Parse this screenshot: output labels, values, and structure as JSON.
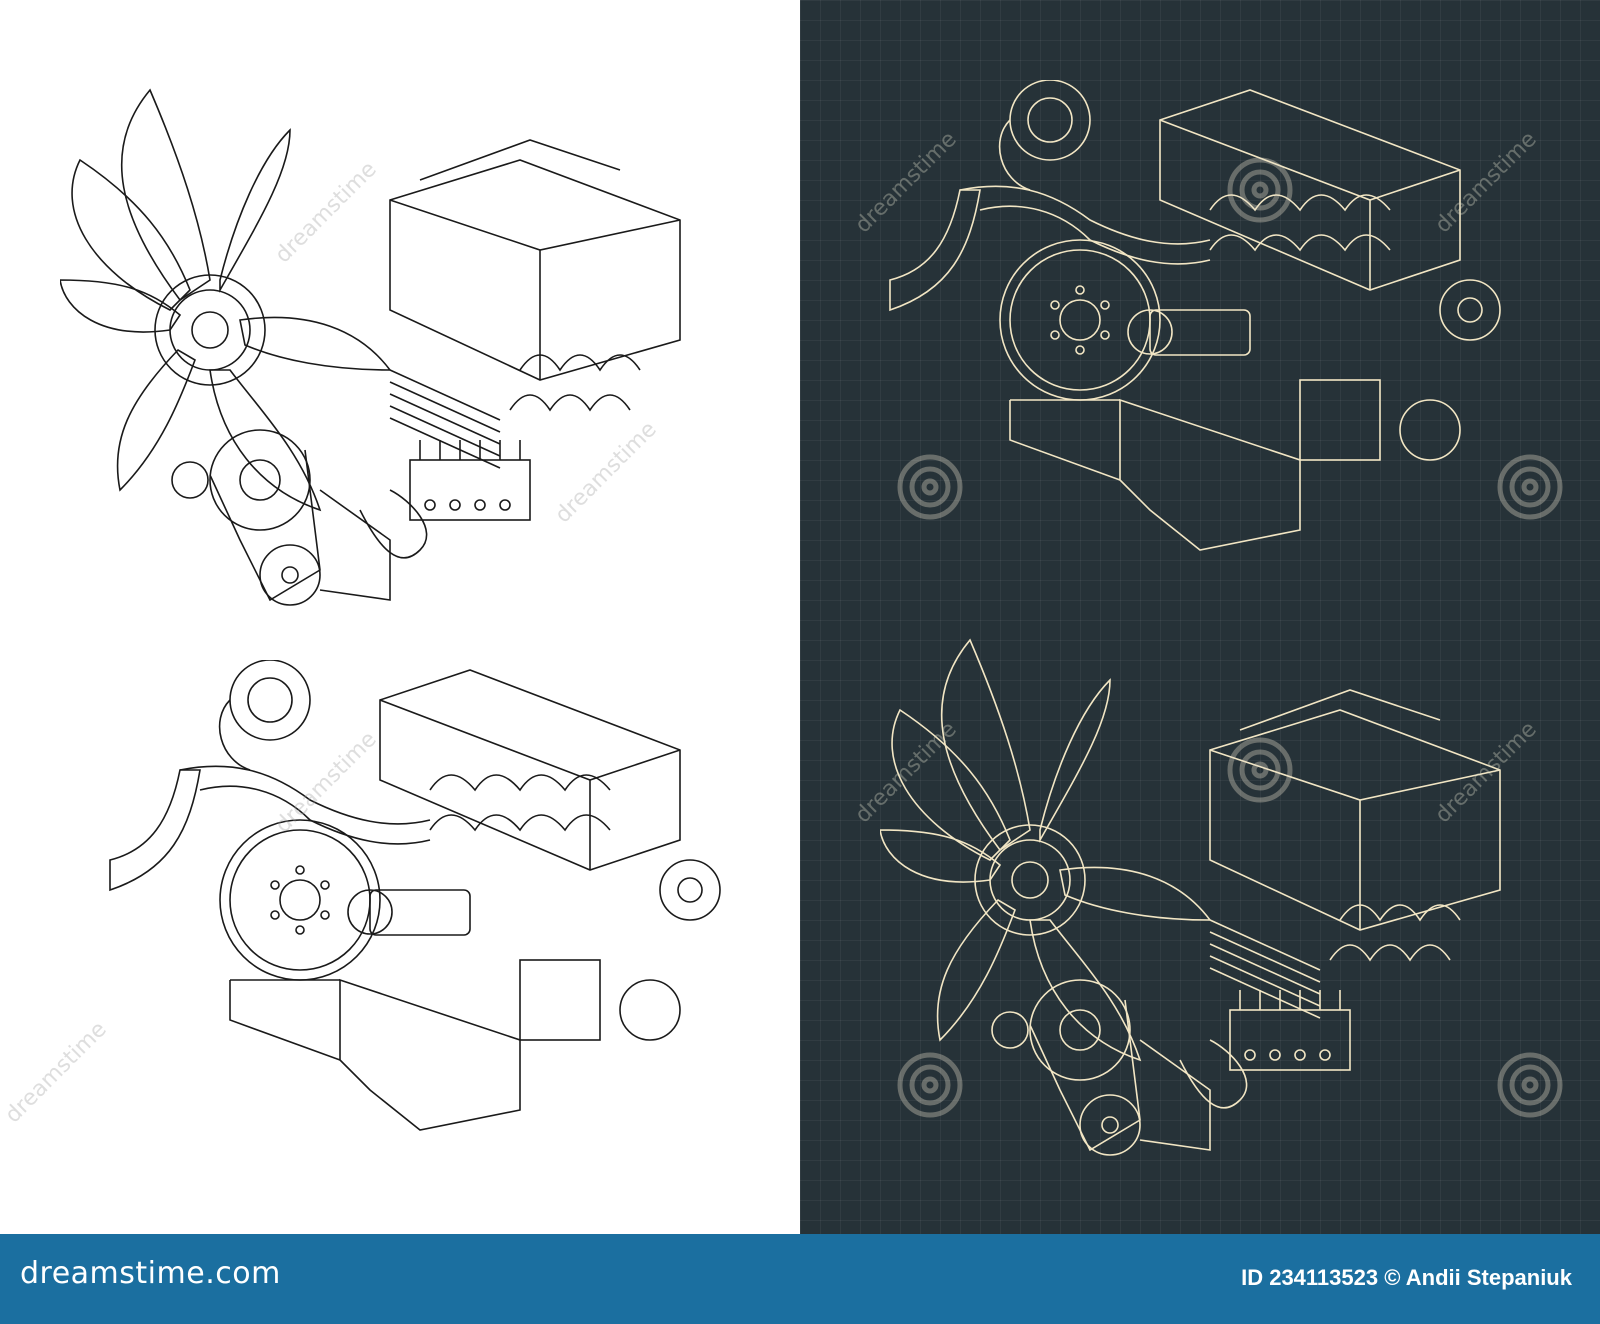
{
  "footer": {
    "brand": "dreamstime.com",
    "id_label": "ID",
    "id_value": "234113523",
    "copyright_symbol": "©",
    "author": "Andii Stepaniuk"
  },
  "watermark": {
    "text": "dreamstime"
  },
  "colors": {
    "light_bg": "#ffffff",
    "light_line": "#1a1a1a",
    "dark_bg": "#263238",
    "dark_line": "#f2e6c4",
    "footer_bg": "#1b6fa0",
    "footer_text": "#ffffff"
  }
}
